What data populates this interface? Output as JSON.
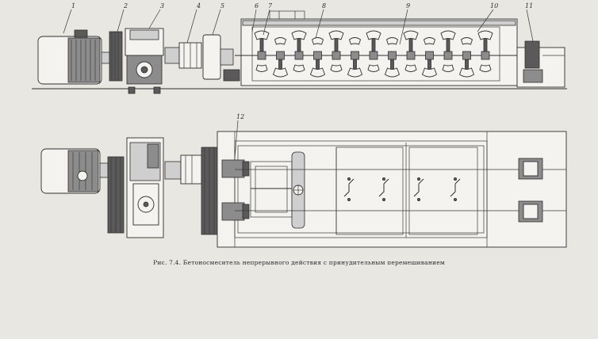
{
  "part_labels": [
    "1",
    "2",
    "3",
    "4",
    "5",
    "6",
    "7",
    "8",
    "9",
    "10",
    "11",
    "12"
  ],
  "caption": "Рис. 7.4. Бетоносмеситель непрерывного действия с принудительным перемешиванием"
}
